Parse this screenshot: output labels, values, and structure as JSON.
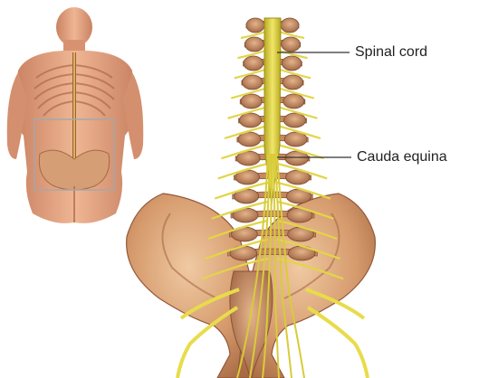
{
  "labels": {
    "spinal_cord": "Spinal cord",
    "cauda_equina": "Cauda equina"
  },
  "caption": "",
  "colors": {
    "bone": "#d59a6c",
    "bone_light": "#edc49a",
    "bone_dark": "#a86a44",
    "nerve": "#e8dc4a",
    "nerve_dark": "#b9ab22",
    "skin": "#e7a886",
    "skin_dark": "#c98262",
    "leader": "#333333",
    "inset_box": "#a7a7a7"
  },
  "icons": [
    "back-inset-figure",
    "spine-illustration"
  ]
}
